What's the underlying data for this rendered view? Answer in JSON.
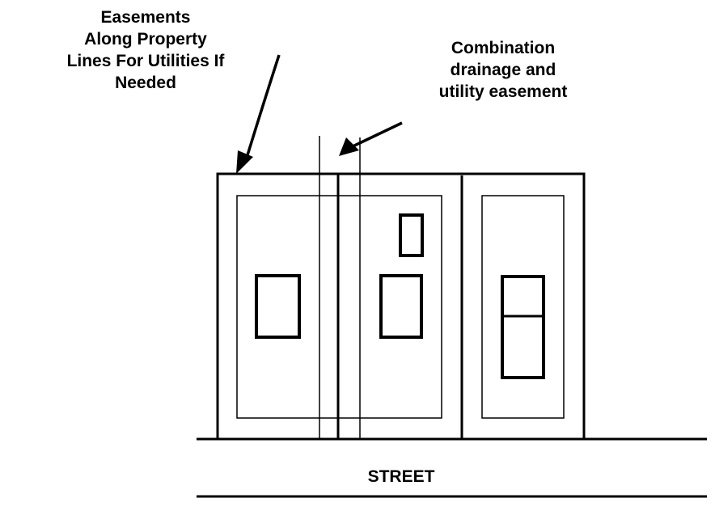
{
  "labels": {
    "easements": [
      "Easements",
      "Along Property",
      "Lines For Utilities If",
      "Needed"
    ],
    "combination": [
      "Combination",
      "drainage and",
      "utility easement"
    ],
    "street": "STREET"
  },
  "colors": {
    "ink": "#000000",
    "background": "#ffffff"
  }
}
